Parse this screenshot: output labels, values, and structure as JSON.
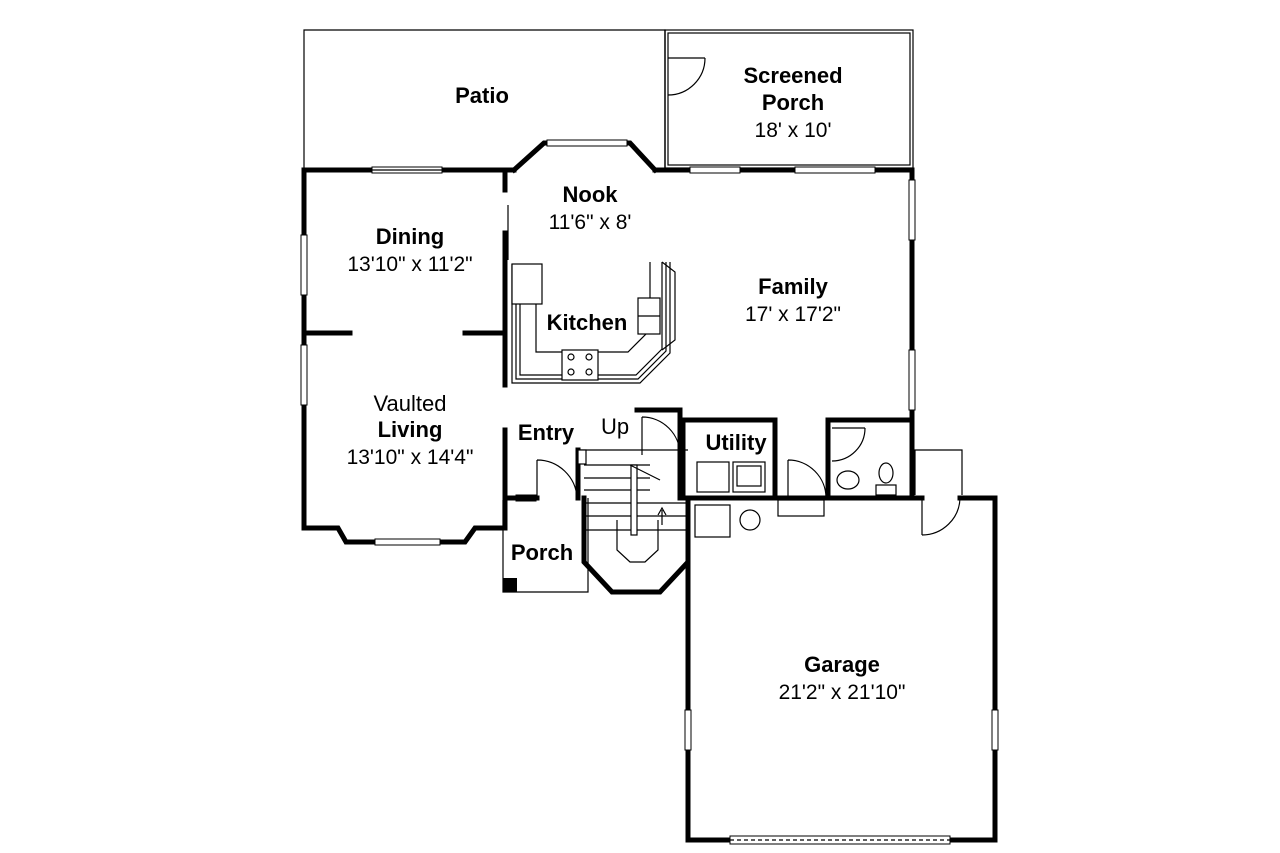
{
  "rooms": {
    "patio": {
      "name": "Patio"
    },
    "screened_porch": {
      "name_line1": "Screened",
      "name_line2": "Porch",
      "dims": "18' x 10'"
    },
    "nook": {
      "name": "Nook",
      "dims": "11'6\" x 8'"
    },
    "dining": {
      "name": "Dining",
      "dims": "13'10\" x 11'2\""
    },
    "kitchen": {
      "name": "Kitchen"
    },
    "family": {
      "name": "Family",
      "dims": "17' x 17'2\""
    },
    "living": {
      "prefix": "Vaulted",
      "name": "Living",
      "dims": "13'10\" x 14'4\""
    },
    "entry": {
      "name": "Entry"
    },
    "stairs": {
      "label": "Up"
    },
    "utility": {
      "name": "Utility"
    },
    "porch": {
      "name": "Porch"
    },
    "garage": {
      "name": "Garage",
      "dims": "21'2\" x 21'10\""
    }
  }
}
